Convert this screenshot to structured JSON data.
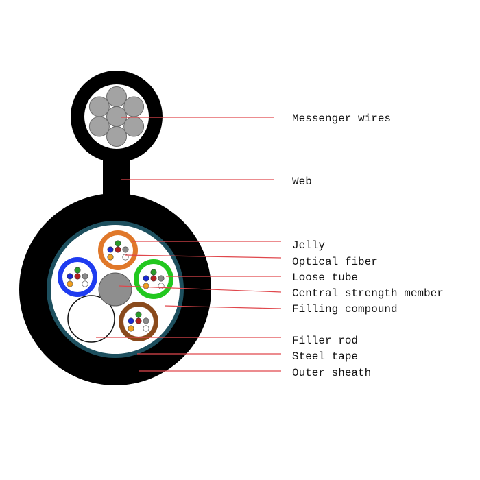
{
  "diagram": {
    "labels": [
      "Messenger wires",
      "Web",
      "Jelly",
      "Optical fiber",
      "Loose tube",
      "Central strength member",
      "Filling compound",
      "Filler rod",
      "Steel tape",
      "Outer sheath"
    ],
    "colors": {
      "sheath": "#000000",
      "steel_tape": "#1d4f5e",
      "messenger_wire": "#a3a3a3",
      "central_member": "#8e8e8e",
      "leader_line": "#e0474c",
      "tube_orange": "#e0782a",
      "tube_blue": "#1f3cf0",
      "tube_green": "#22c81f",
      "tube_brown": "#8a4a1c"
    },
    "fiber_colors": [
      "#2a9a2a",
      "#1a2ad0",
      "#b02020",
      "#8a8a8a",
      "#f0a020",
      "#ffffff"
    ]
  }
}
